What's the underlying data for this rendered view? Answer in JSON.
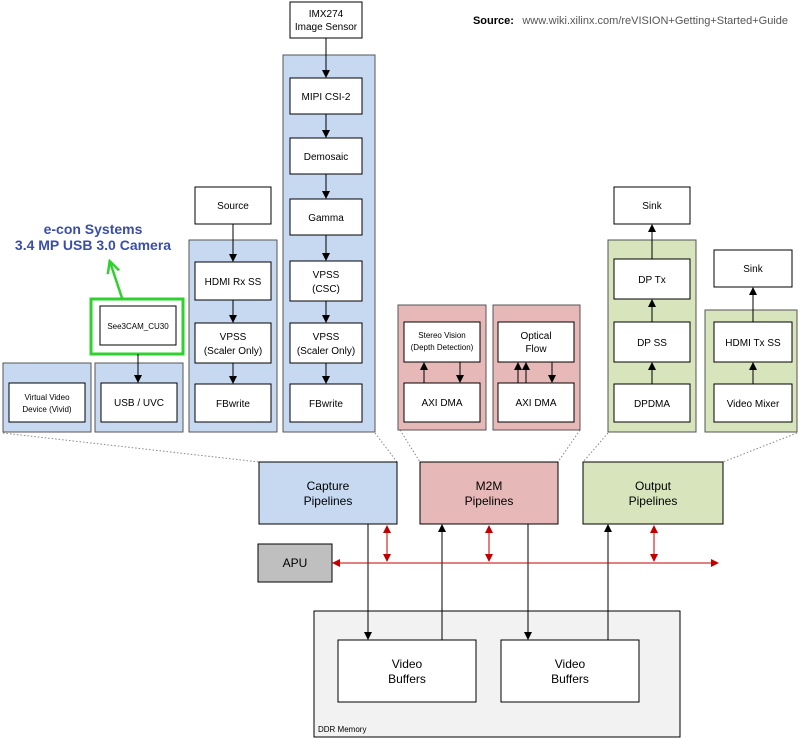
{
  "source": {
    "label": "Source:",
    "url": "www.wiki.xilinx.com/reVISION+Getting+Started+Guide"
  },
  "camera_annotation": {
    "line1": "e-con Systems",
    "line2": "3.4 MP USB 3.0 Camera"
  },
  "colors": {
    "blue_fill": "#c6d9f0",
    "pink_fill": "#e6b9b8",
    "green_fill": "#d7e4bc",
    "gray_fill": "#bfbfbf",
    "ddr_fill": "#f2f2f2",
    "highlight": "#2fd12f",
    "red_arrow": "#c00000",
    "annotation": "#3a4ea8"
  },
  "boxes": {
    "imx274": {
      "line1": "IMX274",
      "line2": "Image Sensor"
    },
    "mipi": "MIPI CSI-2",
    "demosaic": "Demosaic",
    "gamma": "Gamma",
    "vpss_csc": {
      "line1": "VPSS",
      "line2": "(CSC)"
    },
    "vpss_scaler_mid": {
      "line1": "VPSS",
      "line2": "(Scaler Only)"
    },
    "fbwrite_mid": "FBwrite",
    "source": "Source",
    "hdmi_rx": "HDMI Rx SS",
    "vpss_scaler_left": {
      "line1": "VPSS",
      "line2": "(Scaler Only)"
    },
    "fbwrite_left": "FBwrite",
    "see3cam": "See3CAM_CU30",
    "usb_uvc": "USB / UVC",
    "vivid": {
      "line1": "Virtual Video",
      "line2": "Device (Vivid)"
    },
    "stereo": {
      "line1": "Stereo Vision",
      "line2": "(Depth Detection)"
    },
    "axi_dma_1": "AXI DMA",
    "optical": {
      "line1": "Optical",
      "line2": "Flow"
    },
    "axi_dma_2": "AXI DMA",
    "sink_1": "Sink",
    "dp_tx": "DP Tx",
    "dp_ss": "DP SS",
    "dpdma": "DPDMA",
    "sink_2": "Sink",
    "hdmi_tx": "HDMI Tx SS",
    "video_mixer": "Video Mixer",
    "capture": {
      "line1": "Capture",
      "line2": "Pipelines"
    },
    "m2m": {
      "line1": "M2M",
      "line2": "Pipelines"
    },
    "output": {
      "line1": "Output",
      "line2": "Pipelines"
    },
    "apu": "APU",
    "video_buffers_1": {
      "line1": "Video",
      "line2": "Buffers"
    },
    "video_buffers_2": {
      "line1": "Video",
      "line2": "Buffers"
    },
    "ddr": "DDR Memory"
  }
}
